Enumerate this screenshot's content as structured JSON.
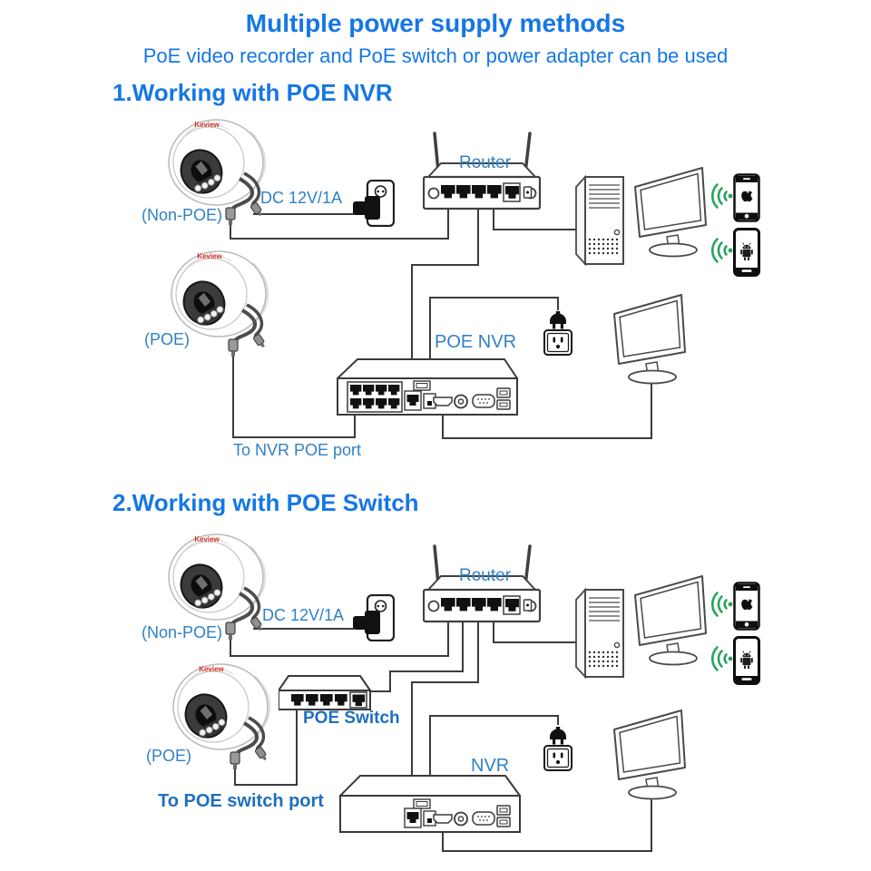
{
  "page": {
    "title": "Multiple power supply methods",
    "subtitle": "PoE video recorder and PoE switch or power adapter can be used"
  },
  "branding": {
    "camera_logo": "Keview"
  },
  "colors": {
    "heading_blue": "#1577e6",
    "label_blue": "#3181c4",
    "bold_label_blue": "#1e6fc0",
    "wifi_green": "#27a35f",
    "logo_red": "#d4352b",
    "line": "#3c3c3c"
  },
  "sections": [
    {
      "heading": "1.Working with POE NVR",
      "labels": {
        "camera_top": "(Non-POE)",
        "camera_bottom": "(POE)",
        "power": "DC 12V/1A",
        "router": "Router",
        "recorder": "POE NVR",
        "wiring_note": "To NVR POE port"
      }
    },
    {
      "heading": "2.Working with POE Switch",
      "labels": {
        "camera_top": "(Non-POE)",
        "camera_bottom": "(POE)",
        "power": "DC 12V/1A",
        "router": "Router",
        "switch": "POE Switch",
        "recorder": "NVR",
        "wiring_note": "To POE switch port"
      }
    }
  ],
  "icons": {
    "camera": "dome-camera-icon",
    "router": "wifi-router-icon",
    "recorder": "nvr-icon",
    "switch": "poe-switch-icon",
    "pc": "desktop-tower-icon",
    "monitor": "monitor-icon",
    "phone_ios": "iphone-apple-icon",
    "phone_android": "android-phone-icon",
    "wifi": "wifi-signal-icon",
    "plug": "power-plug-icon",
    "outlet": "wall-outlet-icon",
    "adapter": "power-adapter-icon"
  }
}
